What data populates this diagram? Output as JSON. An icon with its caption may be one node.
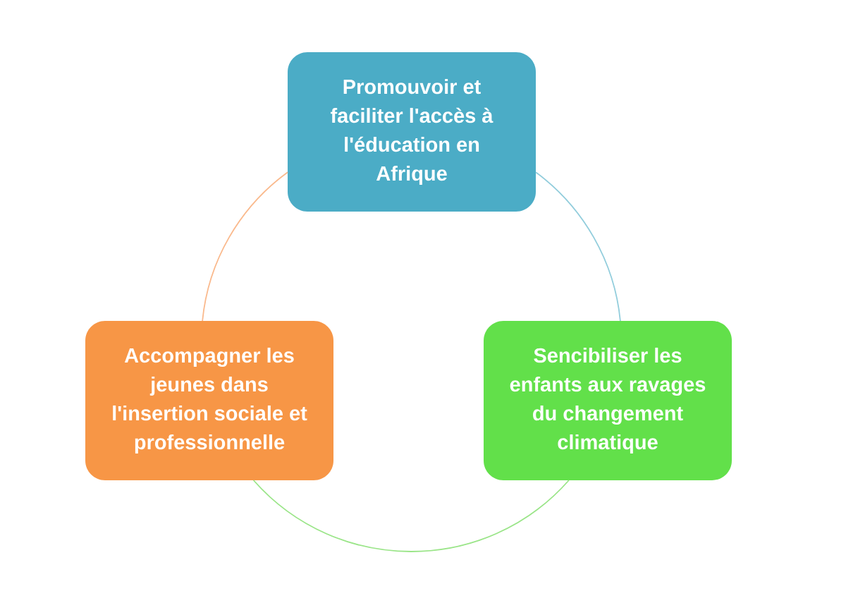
{
  "diagram": {
    "nodes": [
      {
        "text": [
          "Promouvoir et faciliter l'accès à l'éducation en Afrique"
        ]
      },
      {
        "text": [
          "Accompagner les jeunes dans l'insertion sociale et professionnelle"
        ]
      },
      {
        "text": [
          "Sencibiliser les enfants aux ravages du changement climatique"
        ]
      }
    ],
    "edges": [
      {
        "from": 0,
        "to": 2,
        "arrow": "none",
        "color": "#92cddc"
      },
      {
        "from": 2,
        "to": 1,
        "arrow": "none",
        "color": "#9ae588"
      },
      {
        "from": 1,
        "to": 0,
        "arrow": "none",
        "color": "#fab98c"
      }
    ]
  }
}
